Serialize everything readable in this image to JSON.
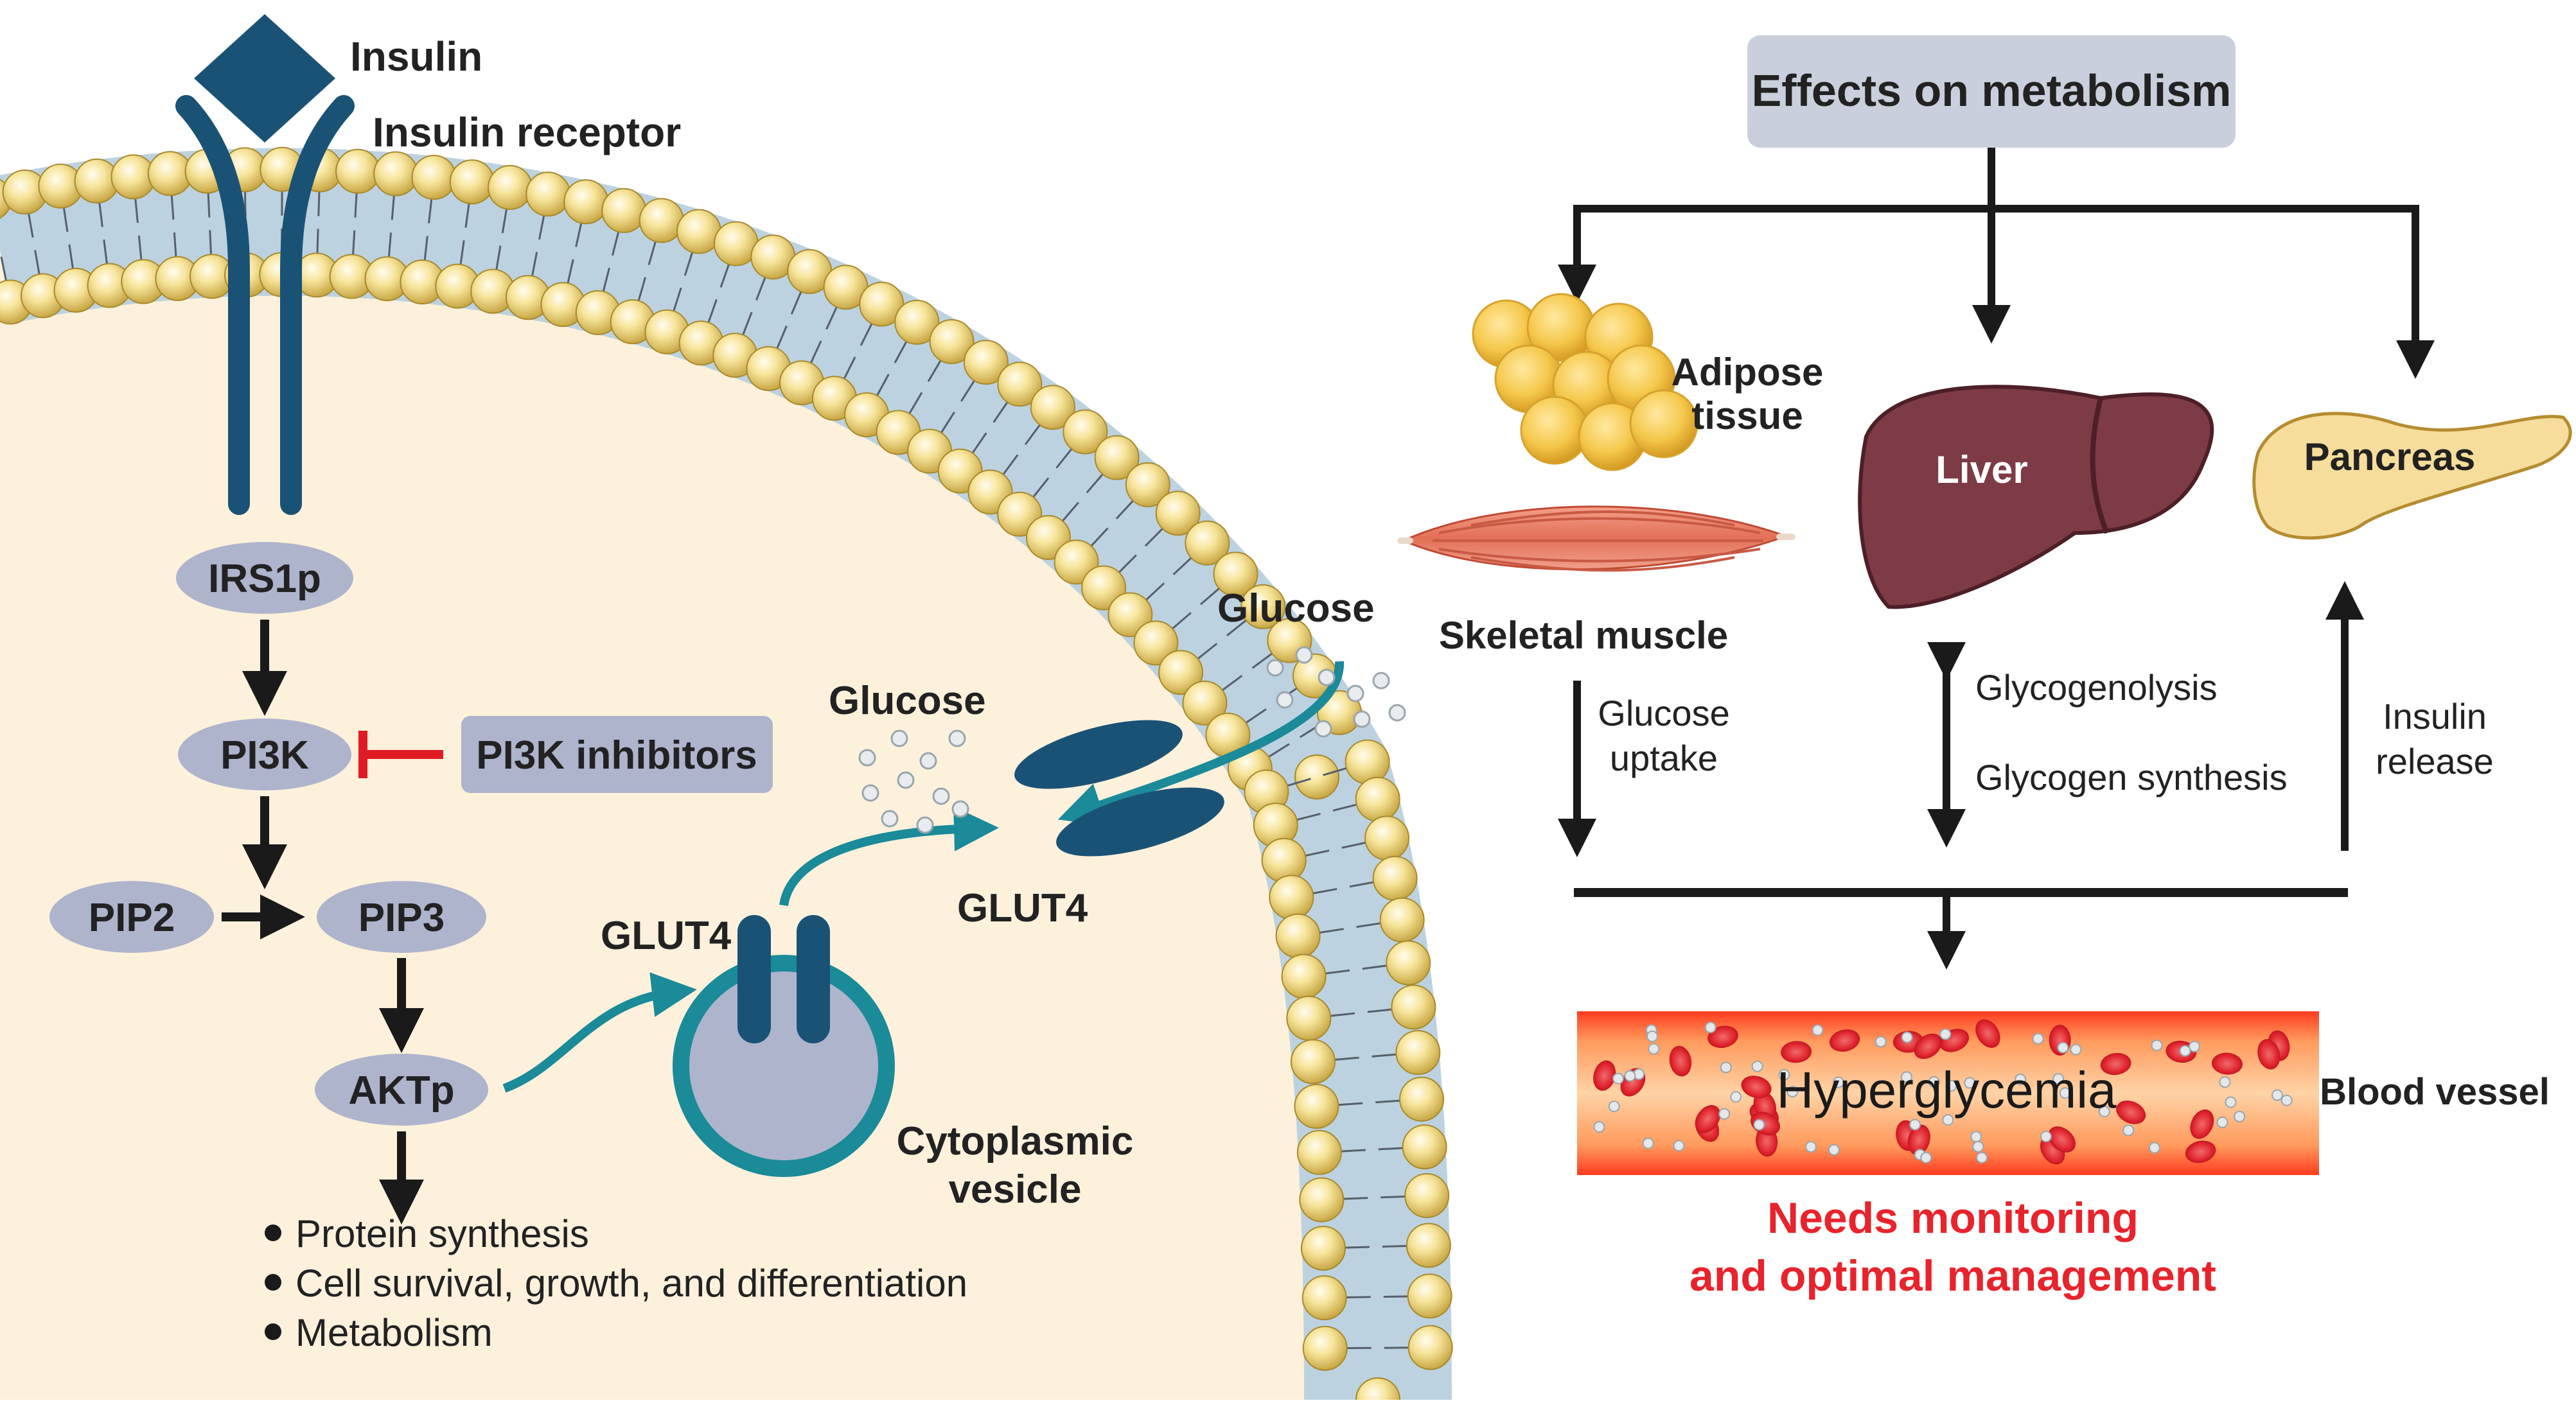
{
  "left": {
    "insulin": "Insulin",
    "insulin_receptor": "Insulin receptor",
    "irs1p": "IRS1p",
    "pi3k": "PI3K",
    "pi3k_inhibitors": "PI3K inhibitors",
    "pip2": "PIP2",
    "pip3": "PIP3",
    "aktp": "AKTp",
    "glut4_vesicle": "GLUT4",
    "glut4_membrane": "GLUT4",
    "glucose_inside": "Glucose",
    "glucose_outside": "Glucose",
    "vesicle_line1": "Cytoplasmic",
    "vesicle_line2": "vesicle",
    "outcomes": [
      "Protein synthesis",
      "Cell survival, growth, and differentiation",
      "Metabolism"
    ]
  },
  "right": {
    "title": "Effects on metabolism",
    "adipose_line1": "Adipose",
    "adipose_line2": "tissue",
    "skeletal_muscle": "Skeletal muscle",
    "liver": "Liver",
    "pancreas": "Pancreas",
    "glucose_uptake_line1": "Glucose",
    "glucose_uptake_line2": "uptake",
    "glycogenolysis": "Glycogenolysis",
    "glycogen_synthesis": "Glycogen synthesis",
    "insulin_release_line1": "Insulin",
    "insulin_release_line2": "release",
    "hyperglycemia": "Hyperglycemia",
    "blood_vessel": "Blood vessel",
    "needs_line1": "Needs monitoring",
    "needs_line2": "and optimal management"
  },
  "colors": {
    "receptor": "#1a5276",
    "node_fill": "#aeb4cc",
    "panel_fill": "#c9cfdc",
    "cytoplasm": "#fdf1dc",
    "membrane_bead": "#f7e49a",
    "membrane_band": "#bcd2e0",
    "teal_arrow": "#1b8a99",
    "inhibitor_red": "#e01b24",
    "adipose": "#f5c84c",
    "muscle": "#e8826b",
    "liver": "#7d3b45",
    "pancreas": "#f6dd9b",
    "vessel": "#ff6a3d",
    "warning_text": "#e8232b"
  }
}
